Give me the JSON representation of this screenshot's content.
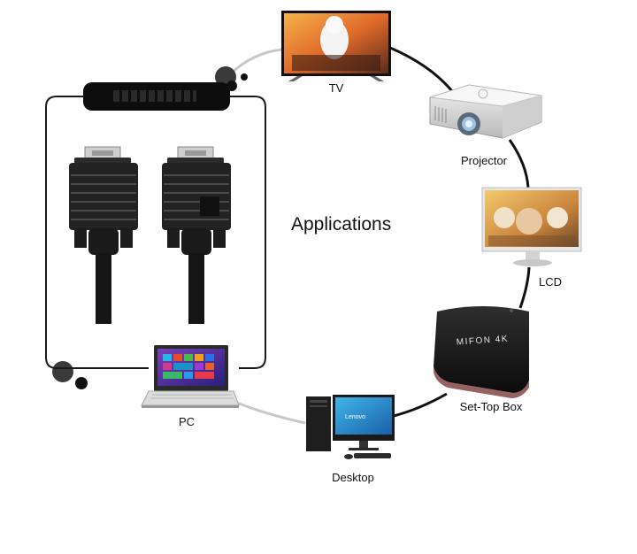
{
  "diagram": {
    "title": "Applications",
    "nodes": [
      {
        "id": "tv",
        "label": "TV"
      },
      {
        "id": "projector",
        "label": "Projector"
      },
      {
        "id": "lcd",
        "label": "LCD"
      },
      {
        "id": "settop",
        "label": "Set-Top Box",
        "brand": "MIFON 4K"
      },
      {
        "id": "desktop",
        "label": "Desktop",
        "brand": "Lenovo"
      },
      {
        "id": "pc",
        "label": "PC"
      }
    ]
  },
  "colors": {
    "line_dark": "#111111",
    "line_light": "#c8c8c8",
    "frame": "#1a1a1a"
  }
}
